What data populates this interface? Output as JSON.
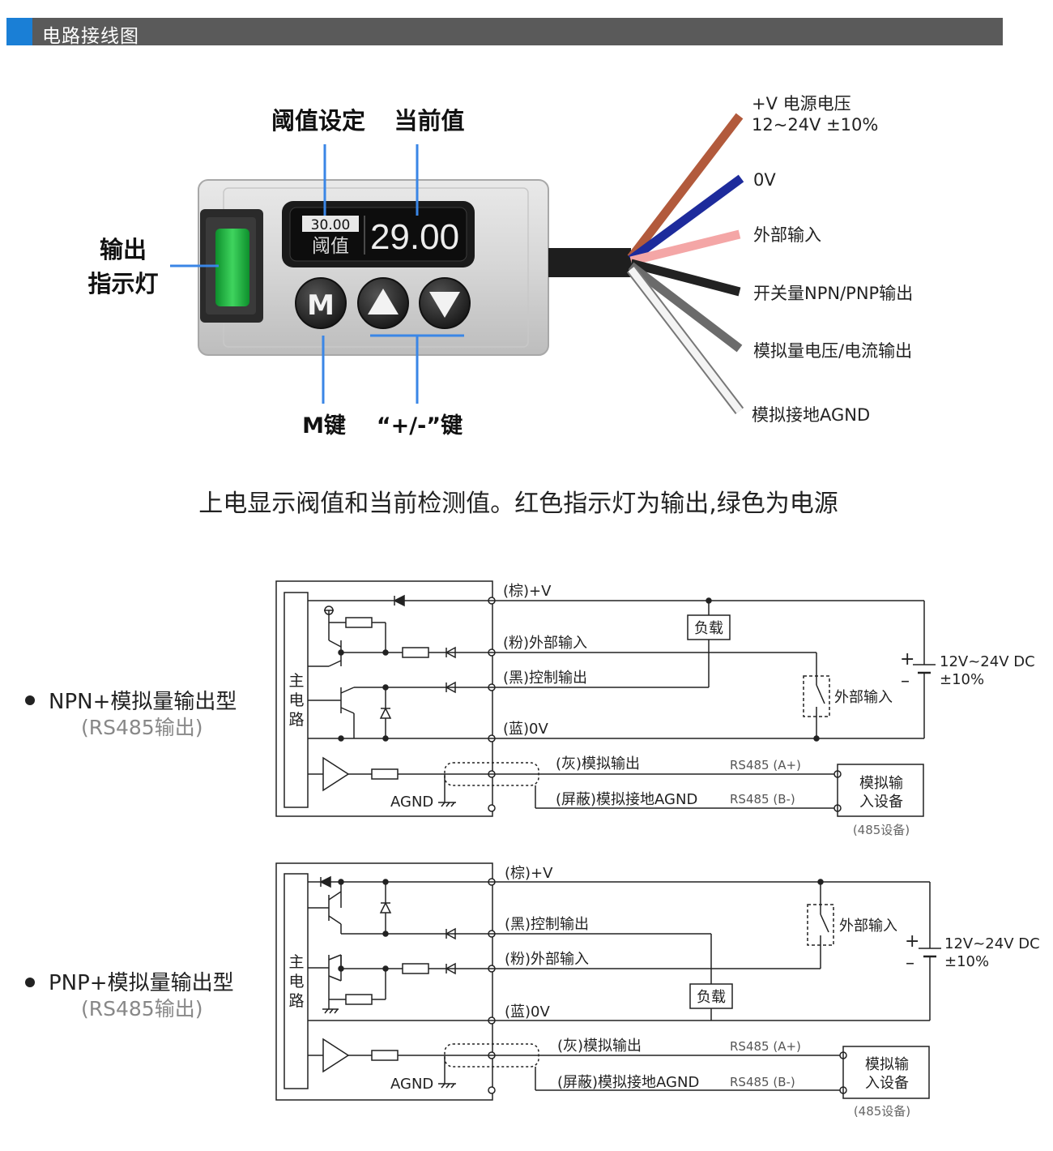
{
  "header": {
    "title": "电路接线图"
  },
  "colors": {
    "header_bg": "#5a5a5a",
    "accent": "#1a7fd6",
    "leader": "#3a86e6",
    "led": "#22b14c",
    "wire_brown": "#b25a3c",
    "wire_blue": "#1d2b9c",
    "wire_pink": "#f4a6a6",
    "wire_black": "#222222",
    "wire_gray": "#6b6b6b",
    "wire_white": "#eeeeee"
  },
  "device": {
    "label_threshold_set": "阈值设定",
    "label_current_value": "当前值",
    "label_indicator_line1": "输出",
    "label_indicator_line2": "指示灯",
    "label_m_key": "M键",
    "label_plus_minus_key": "“+/-”键",
    "display_threshold_value": "30.00",
    "display_threshold_text": "阈值",
    "display_current_value": "29.00",
    "button_m": "M"
  },
  "wires": [
    {
      "line1": "+V  电源电压",
      "line2": "12~24V  ±10%",
      "color": "brown"
    },
    {
      "line1": "0V",
      "color": "blue"
    },
    {
      "line1": "外部输入",
      "color": "pink"
    },
    {
      "line1": "开关量NPN/PNP输出",
      "color": "black"
    },
    {
      "line1": "模拟量电压/电流输出",
      "color": "gray"
    },
    {
      "line1": "模拟接地AGND",
      "color": "white"
    }
  ],
  "caption": "上电显示阀值和当前检测值。红色指示灯为输出,绿色为电源",
  "npn": {
    "title": "NPN+模拟量输出型",
    "subtitle": "(RS485输出)",
    "main_circuit": [
      "主",
      "电",
      "路"
    ],
    "terminals": {
      "brown": "(棕)+V",
      "pink": "(粉)外部输入",
      "black": "(黑)控制输出",
      "blue": "(蓝)0V",
      "gray": "(灰)模拟输出",
      "shield": "(屏蔽)模拟接地AGND"
    },
    "agnd": "AGND",
    "load": "负载",
    "ext_input": "外部输入",
    "plus": "+",
    "minus": "–",
    "supply_line1": "12V~24V DC",
    "supply_line2": "±10%",
    "rs485_a": "RS485 (A+)",
    "rs485_b": "RS485 (B-)",
    "device_line1": "模拟输",
    "device_line2": "入设备",
    "device_note": "(485设备)"
  },
  "pnp": {
    "title": "PNP+模拟量输出型",
    "subtitle": "(RS485输出)",
    "main_circuit": [
      "主",
      "电",
      "路"
    ],
    "terminals": {
      "brown": "(棕)+V",
      "black": "(黑)控制输出",
      "pink": "(粉)外部输入",
      "blue": "(蓝)0V",
      "gray": "(灰)模拟输出",
      "shield": "(屏蔽)模拟接地AGND"
    },
    "agnd": "AGND",
    "load": "负载",
    "ext_input": "外部输入",
    "plus": "+",
    "minus": "–",
    "supply_line1": "12V~24V DC",
    "supply_line2": "±10%",
    "rs485_a": "RS485 (A+)",
    "rs485_b": "RS485 (B-)",
    "device_line1": "模拟输",
    "device_line2": "入设备",
    "device_note": "(485设备)"
  }
}
